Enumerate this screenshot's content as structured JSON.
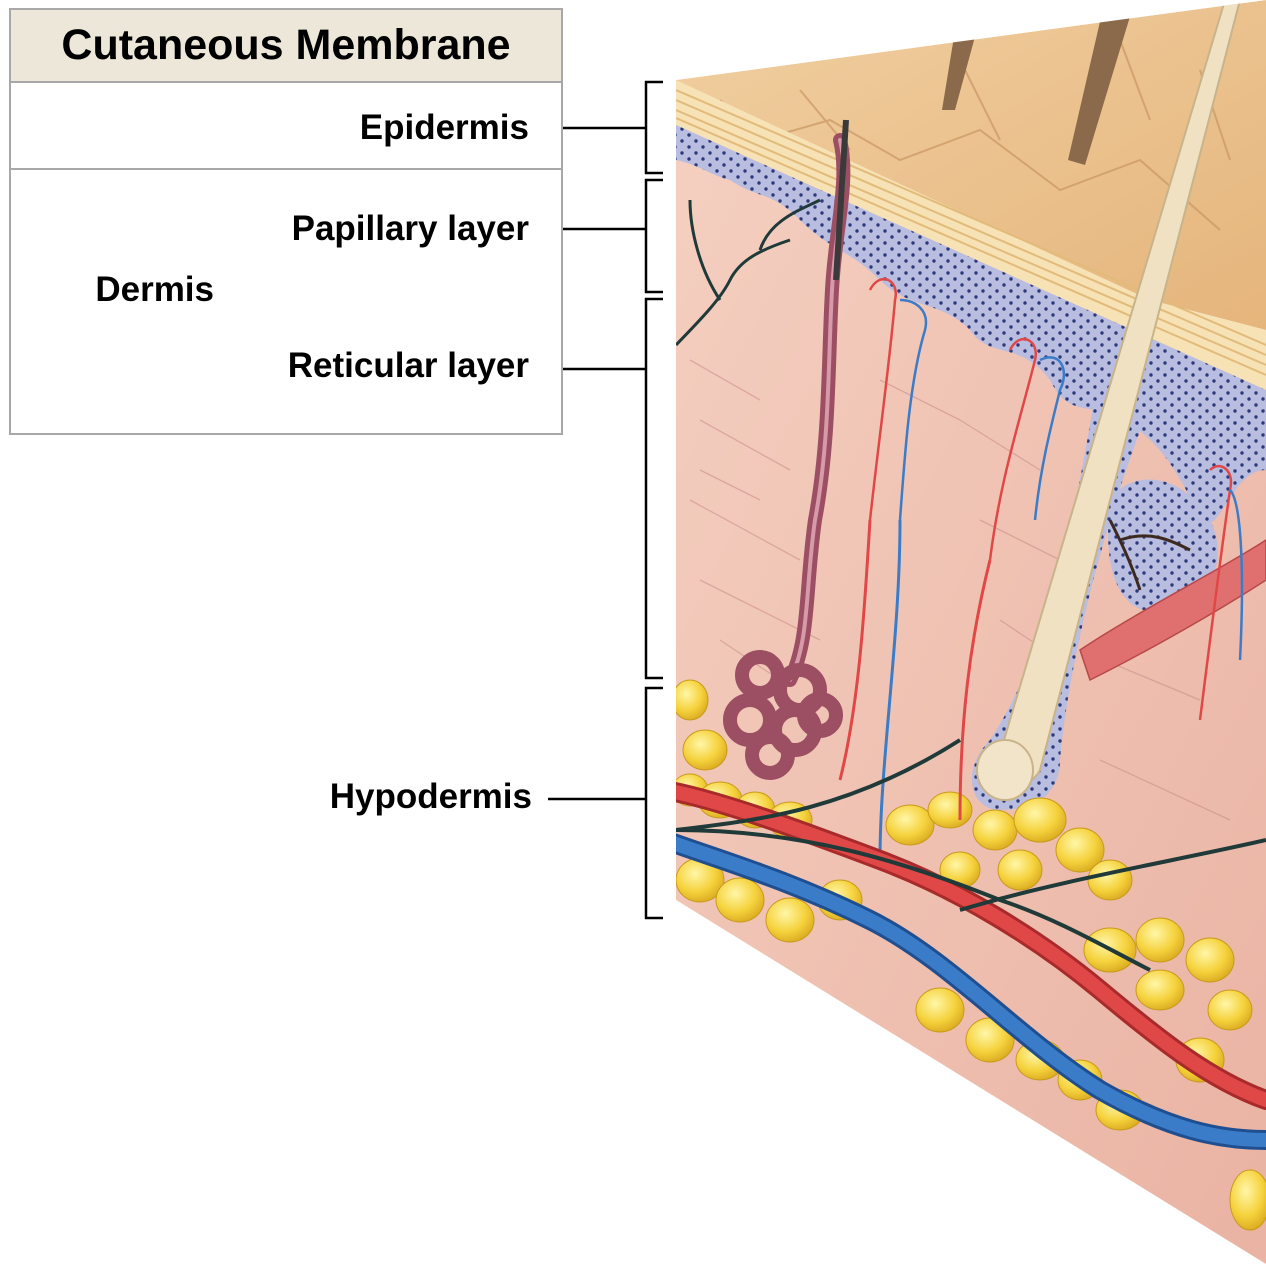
{
  "title": "Cutaneous Membrane",
  "labels": {
    "epidermis": "Epidermis",
    "dermis": "Dermis",
    "papillary": "Papillary layer",
    "reticular": "Reticular layer",
    "hypodermis": "Hypodermis"
  },
  "colors": {
    "header_bg": "#ece7d8",
    "dermis_pink": "#f1c3b4",
    "epidermis_blue": "#b9bde0",
    "fat_yellow": "#f5d23c",
    "artery_red": "#e04848",
    "vein_blue": "#3b7cc8",
    "nerve_dark": "#1f3a38"
  }
}
